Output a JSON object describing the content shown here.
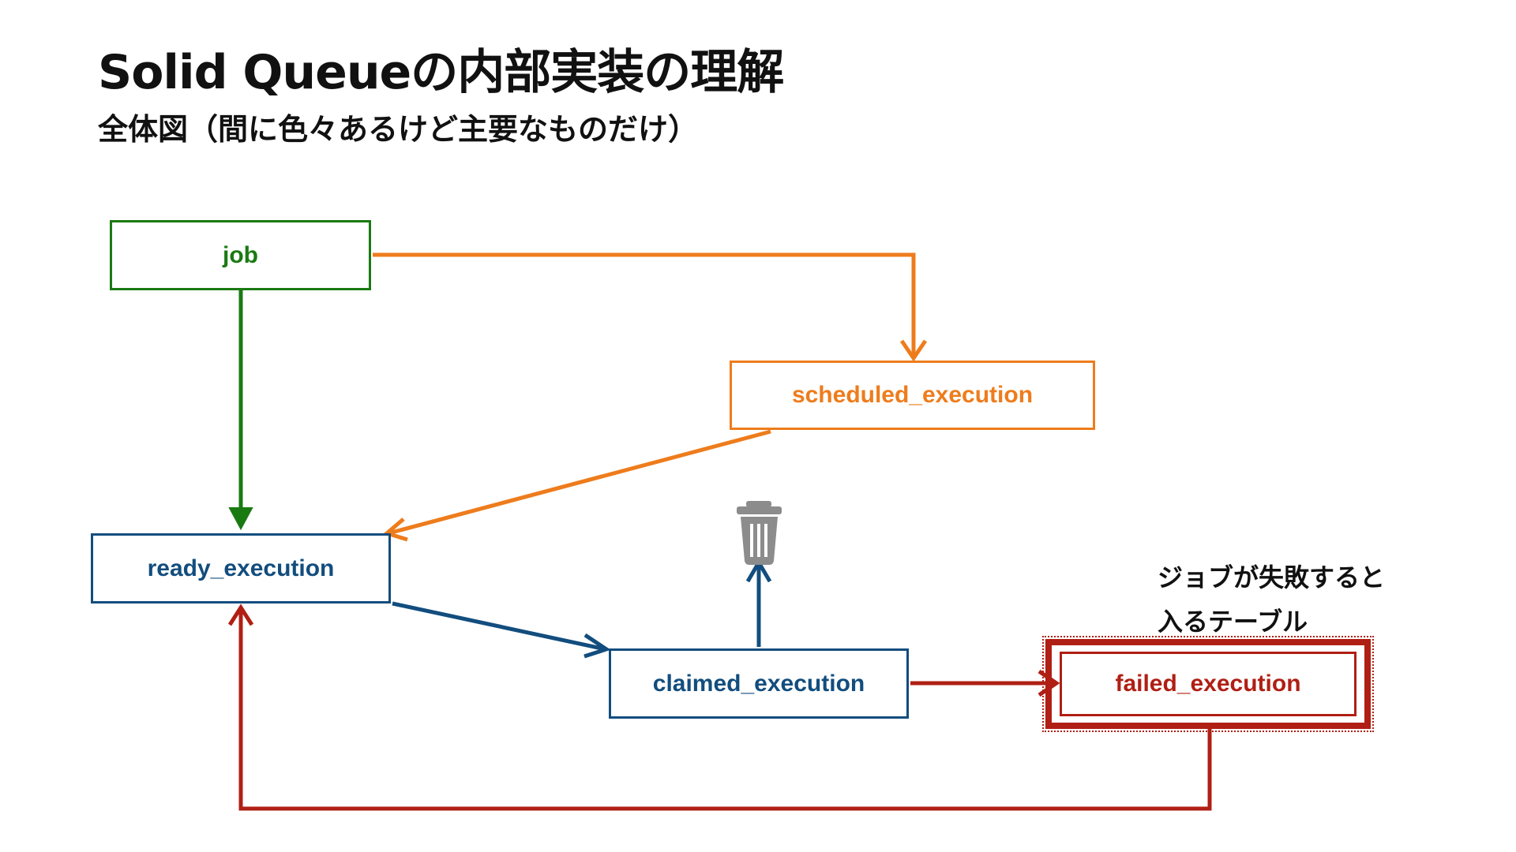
{
  "header": {
    "title": "Solid Queueの内部実装の理解",
    "subtitle": "全体図（間に色々あるけど主要なものだけ）"
  },
  "nodes": {
    "job": "job",
    "scheduled_execution": "scheduled_execution",
    "ready_execution": "ready_execution",
    "claimed_execution": "claimed_execution",
    "failed_execution": "failed_execution"
  },
  "note": {
    "line1": "ジョブが失敗すると",
    "line2": "入るテーブル"
  },
  "icons": {
    "trash": "trash-icon"
  },
  "colors": {
    "job": "#1a7a12",
    "scheduled": "#ee7c1c",
    "ready_claimed": "#124d7e",
    "failed": "#b01f14",
    "trash": "#8c8c8c"
  }
}
